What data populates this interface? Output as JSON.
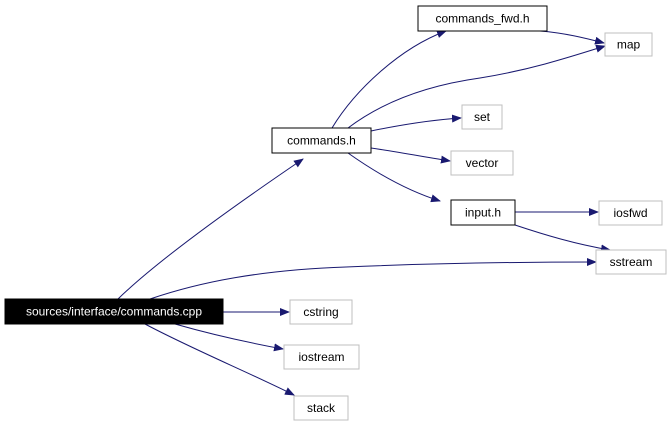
{
  "diagram": {
    "nodes": [
      {
        "id": "commands_cpp",
        "label": "sources/interface/commands.cpp",
        "kind": "root"
      },
      {
        "id": "commands_fwd_h",
        "label": "commands_fwd.h",
        "kind": "file"
      },
      {
        "id": "map",
        "label": "map",
        "kind": "system"
      },
      {
        "id": "commands_h",
        "label": "commands.h",
        "kind": "file"
      },
      {
        "id": "set",
        "label": "set",
        "kind": "system"
      },
      {
        "id": "vector",
        "label": "vector",
        "kind": "system"
      },
      {
        "id": "input_h",
        "label": "input.h",
        "kind": "file"
      },
      {
        "id": "iosfwd",
        "label": "iosfwd",
        "kind": "system"
      },
      {
        "id": "sstream",
        "label": "sstream",
        "kind": "system"
      },
      {
        "id": "cstring",
        "label": "cstring",
        "kind": "system"
      },
      {
        "id": "iostream",
        "label": "iostream",
        "kind": "system"
      },
      {
        "id": "stack",
        "label": "stack",
        "kind": "system"
      }
    ],
    "edges": [
      {
        "from": "commands_cpp",
        "to": "commands_h"
      },
      {
        "from": "commands_cpp",
        "to": "sstream"
      },
      {
        "from": "commands_cpp",
        "to": "cstring"
      },
      {
        "from": "commands_cpp",
        "to": "iostream"
      },
      {
        "from": "commands_cpp",
        "to": "stack"
      },
      {
        "from": "commands_h",
        "to": "commands_fwd_h"
      },
      {
        "from": "commands_h",
        "to": "map"
      },
      {
        "from": "commands_h",
        "to": "set"
      },
      {
        "from": "commands_h",
        "to": "vector"
      },
      {
        "from": "commands_h",
        "to": "input_h"
      },
      {
        "from": "commands_fwd_h",
        "to": "map"
      },
      {
        "from": "input_h",
        "to": "iosfwd"
      },
      {
        "from": "input_h",
        "to": "sstream"
      }
    ],
    "colors": {
      "edge": "#191970",
      "root_fill": "#000000",
      "root_text": "#ffffff",
      "file_border": "#000000",
      "system_border": "#bfbfbf",
      "node_fill": "#ffffff",
      "text": "#000000"
    }
  }
}
